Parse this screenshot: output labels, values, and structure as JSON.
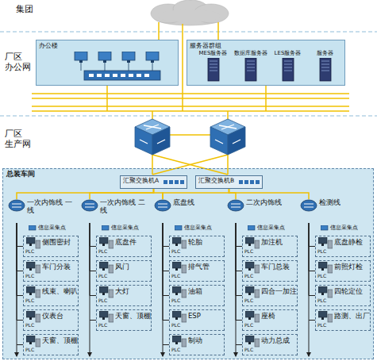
{
  "diagram": {
    "nodes": [
      {
        "text": [
          "办公楼"
        ]
      },
      {
        "text": [
          "服务器群组"
        ]
      },
      {
        "text": [
          "MES服务器"
        ],
        "in": 1
      },
      {
        "text": [
          "数据库服务器"
        ],
        "in": 1
      },
      {
        "text": [
          "LES服务器"
        ],
        "in": 1
      },
      {
        "text": [
          "服务器"
        ],
        "in": 1
      },
      {
        "text": [
          "总装车间"
        ]
      },
      {
        "text": [
          "汇聚交换机A"
        ],
        "in": 6
      },
      {
        "text": [
          "汇聚交换机B"
        ],
        "in": 6
      },
      {
        "text": [
          "一次内饰线 一线"
        ],
        "in": 6
      },
      {
        "text": [
          "一次内饰线 二线"
        ],
        "in": 6
      },
      {
        "text": [
          "底盘线"
        ],
        "in": 6
      },
      {
        "text": [
          "二次内饰线"
        ],
        "in": 6
      },
      {
        "text": [
          "检测线"
        ],
        "in": 6
      },
      {
        "text": [
          "PLC",
          "侧围密封"
        ],
        "in": 6
      },
      {
        "text": [
          "PLC",
          "车门分装"
        ],
        "in": 6
      },
      {
        "text": [
          "PLC",
          "线束、喇叭"
        ],
        "in": 6
      },
      {
        "text": [
          "PLC",
          "仪表台"
        ],
        "in": 6
      },
      {
        "text": [
          "PLC",
          "天窗、顶棚"
        ],
        "in": 6
      },
      {
        "text": [
          "PLC",
          "底盘件"
        ],
        "in": 6
      },
      {
        "text": [
          "PLC",
          "风门"
        ],
        "in": 6
      },
      {
        "text": [
          "PLC",
          "大灯"
        ],
        "in": 6
      },
      {
        "text": [
          "PLC",
          "天窗、顶棚"
        ],
        "in": 6
      },
      {
        "text": [
          "PLC",
          "轮胎"
        ],
        "in": 6
      },
      {
        "text": [
          "PLC",
          "排气管"
        ],
        "in": 6
      },
      {
        "text": [
          "PLC",
          "油箱"
        ],
        "in": 6
      },
      {
        "text": [
          "PLC",
          "ESP"
        ],
        "in": 6
      },
      {
        "text": [
          "PLC",
          "制动"
        ],
        "in": 6
      },
      {
        "text": [
          "PLC",
          "加注机"
        ],
        "in": 6
      },
      {
        "text": [
          "PLC",
          "车门总装"
        ],
        "in": 6
      },
      {
        "text": [
          "PLC",
          "四合一加注"
        ],
        "in": 6
      },
      {
        "text": [
          "PLC",
          "座椅"
        ],
        "in": 6
      },
      {
        "text": [
          "PLC",
          "动力总成"
        ],
        "in": 6
      },
      {
        "text": [
          "PLC",
          "底盘静检"
        ],
        "in": 6
      },
      {
        "text": [
          "PLC",
          "前照灯检"
        ],
        "in": 6
      },
      {
        "text": [
          "PLC",
          "四轮定位"
        ],
        "in": 6
      },
      {
        "text": [
          "PLC",
          "路测、出厂"
        ],
        "in": 6
      }
    ],
    "edges": [
      {
        "from": 7,
        "to": 9,
        "arrow": "none"
      },
      {
        "from": 7,
        "to": 10,
        "arrow": "none"
      },
      {
        "from": 7,
        "to": 11,
        "arrow": "none"
      },
      {
        "from": 8,
        "to": 11,
        "arrow": "none"
      },
      {
        "from": 8,
        "to": 12,
        "arrow": "none"
      },
      {
        "from": 8,
        "to": 13,
        "arrow": "none"
      },
      {
        "from": 9,
        "to": 14,
        "arrow": "none"
      },
      {
        "from": 9,
        "to": 15,
        "arrow": "none"
      },
      {
        "from": 9,
        "to": 16,
        "arrow": "none"
      },
      {
        "from": 9,
        "to": 17,
        "arrow": "none"
      },
      {
        "from": 9,
        "to": 18,
        "arrow": "none"
      },
      {
        "from": 10,
        "to": 19,
        "arrow": "none"
      },
      {
        "from": 10,
        "to": 20,
        "arrow": "none"
      },
      {
        "from": 10,
        "to": 21,
        "arrow": "none"
      },
      {
        "from": 10,
        "to": 22,
        "arrow": "none"
      },
      {
        "from": 11,
        "to": 23,
        "arrow": "none"
      },
      {
        "from": 11,
        "to": 24,
        "arrow": "none"
      },
      {
        "from": 11,
        "to": 25,
        "arrow": "none"
      },
      {
        "from": 11,
        "to": 26,
        "arrow": "none"
      },
      {
        "from": 11,
        "to": 27,
        "arrow": "none"
      },
      {
        "from": 12,
        "to": 28,
        "arrow": "none"
      },
      {
        "from": 12,
        "to": 29,
        "arrow": "none"
      },
      {
        "from": 12,
        "to": 30,
        "arrow": "none"
      },
      {
        "from": 12,
        "to": 31,
        "arrow": "none"
      },
      {
        "from": 12,
        "to": 32,
        "arrow": "none"
      },
      {
        "from": 13,
        "to": 33,
        "arrow": "none"
      },
      {
        "from": 13,
        "to": 34,
        "arrow": "none"
      },
      {
        "from": 13,
        "to": 35,
        "arrow": "none"
      },
      {
        "from": 13,
        "to": 36,
        "arrow": "none"
      }
    ],
    "labels": [
      "集团",
      "厂区 办公网",
      "厂区 生产网",
      "信息采集点",
      "信息采集点",
      "信息采集点",
      "信息采集点",
      "信息采集点"
    ]
  }
}
